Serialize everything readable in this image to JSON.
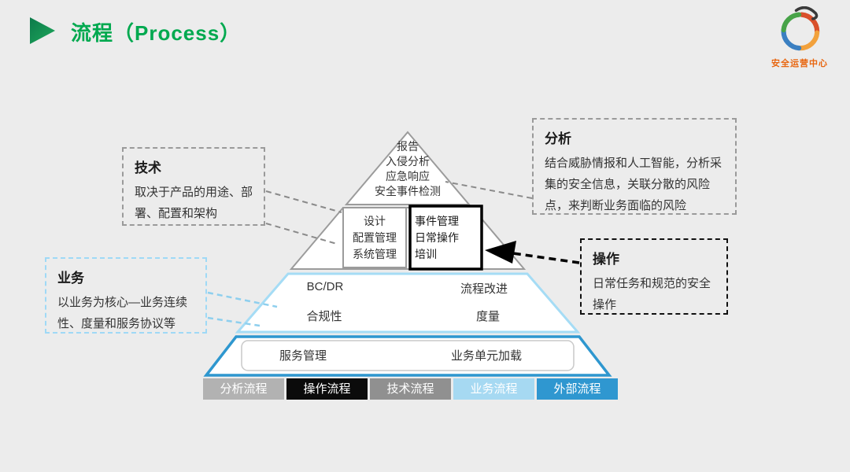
{
  "slide": {
    "title": "流程（Process）",
    "logo_text": "安全运营中心"
  },
  "pyramid": {
    "apex_lines": [
      "报告",
      "入侵分析",
      "应急响应",
      "安全事件检测"
    ],
    "design_box_lines": [
      "设计",
      "配置管理",
      "系统管理"
    ],
    "incident_box_lines": [
      "事件管理",
      "日常操作",
      "培训"
    ],
    "layer3": {
      "bcdr": "BC/DR",
      "process_improvement": "流程改进",
      "compliance": "合规性",
      "metrics": "度量"
    },
    "layer4": {
      "service_mgmt": "服务管理",
      "business_unit": "业务单元加载"
    }
  },
  "callouts": {
    "tech": {
      "title": "技术",
      "body": "取决于产品的用途、部署、配置和架构"
    },
    "business": {
      "title": "业务",
      "body": "以业务为核心—业务连续性、度量和服务协议等"
    },
    "analysis": {
      "title": "分析",
      "body": "结合威胁情报和人工智能，分析采集的安全信息，关联分散的风险点，来判断业务面临的风险"
    },
    "operation": {
      "title": "操作",
      "body": "日常任务和规范的安全操作"
    }
  },
  "legend": [
    {
      "label": "分析流程",
      "color": "#b2b2b2"
    },
    {
      "label": "操作流程",
      "color": "#0b0b0b"
    },
    {
      "label": "技术流程",
      "color": "#909090"
    },
    {
      "label": "业务流程",
      "color": "#a6d9f2"
    },
    {
      "label": "外部流程",
      "color": "#2f97d0"
    }
  ],
  "colors": {
    "accent_green": "#00a94f",
    "pyramid_gray": "#9b9b9b",
    "pyramid_light_blue": "#a5dcf5",
    "pyramid_blue": "#2e97cf",
    "callout_black": "#111111",
    "logo_text_orange": "#e8650e"
  }
}
